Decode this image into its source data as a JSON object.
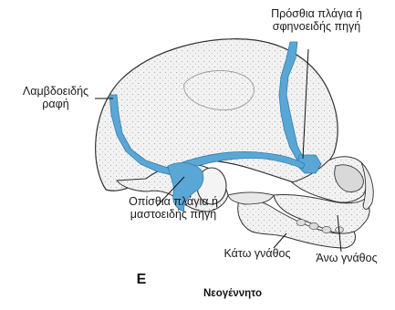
{
  "labels": {
    "anterior_fontanelle": "Πρόσθια πλάγια ή\nσφηνοειδής πηγή",
    "lambdoid_suture": "Λαμβδοειδής\nραφή",
    "posterior_fontanelle": "Οπίσθια πλάγια ή\nμαστοειδής πηγή",
    "mandible": "Κάτω γνάθος",
    "maxilla": "Άνω γνάθος"
  },
  "panel_letter": "E",
  "caption": "Νεογέννητο",
  "colors": {
    "fontanelle": "#5aa7d6",
    "bone": "#eeeeee",
    "outline": "#333333"
  }
}
